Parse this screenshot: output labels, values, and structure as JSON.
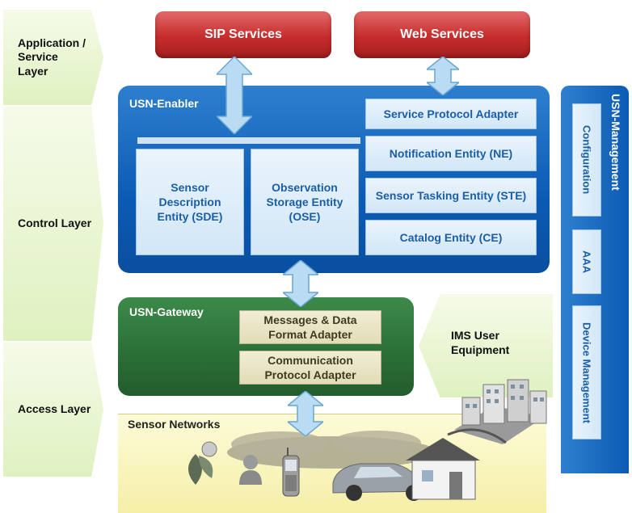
{
  "layers": {
    "application": "Application / Service Layer",
    "control": "Control Layer",
    "access": "Access Layer"
  },
  "services": {
    "sip": "SIP Services",
    "web": "Web Services"
  },
  "enabler": {
    "title": "USN-Enabler",
    "service_protocol_adapter": "Service Protocol Adapter",
    "notification_entity": "Notification Entity (NE)",
    "sensor_tasking_entity": "Sensor Tasking Entity (STE)",
    "catalog_entity": "Catalog Entity (CE)",
    "sensor_description_entity": "Sensor Description Entity (SDE)",
    "observation_storage_entity": "Observation Storage Entity (OSE)"
  },
  "gateway": {
    "title": "USN-Gateway",
    "messages_adapter": "Messages & Data Format Adapter",
    "communication_adapter": "Communication Protocol Adapter"
  },
  "ims": {
    "label": "IMS User Equipment"
  },
  "sensor_networks": {
    "label": "Sensor Networks"
  },
  "management": {
    "title": "USN-Management",
    "configuration": "Configuration",
    "aaa": "AAA",
    "device_management": "Device Management"
  },
  "colors": {
    "red": "#c62c2c",
    "blue": "#0b5bb4",
    "green": "#2a6e36",
    "light_green": "#dff1c0",
    "sensor_yellow": "#fbf7c3"
  }
}
